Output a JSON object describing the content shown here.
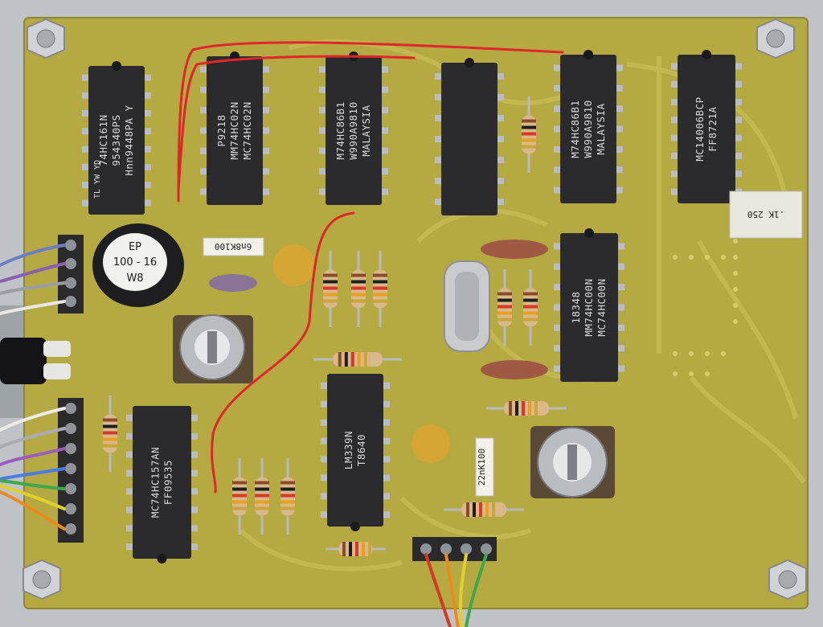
{
  "board": {
    "pcb_color": "#b8ad44",
    "chip_color": "#2b2b2e"
  },
  "chips": [
    {
      "id": "u1",
      "lines": [
        "74HC161N",
        "954340PS",
        "Hnn9448PA Y"
      ],
      "side": "TL YW YD"
    },
    {
      "id": "u2",
      "lines": [
        "P9218",
        "MM74HC02N",
        "MC74HC02N"
      ]
    },
    {
      "id": "u3",
      "lines": [
        "M74HC86B1",
        "W990A9810",
        "MALAYSIA"
      ]
    },
    {
      "id": "u4",
      "lines": [
        "",
        "",
        ""
      ]
    },
    {
      "id": "u5",
      "lines": [
        "M74HC86B1",
        "W990A9810",
        "MALAYSIA"
      ]
    },
    {
      "id": "u6",
      "lines": [
        "MC14006BCP",
        "FF8721A"
      ]
    },
    {
      "id": "u7",
      "lines": [
        "18348",
        "MM74HC00N",
        "MC74HC00N"
      ]
    },
    {
      "id": "u8",
      "lines": [
        "LM339N",
        "T8640"
      ]
    },
    {
      "id": "u9",
      "lines": [
        "MC74HC157AN",
        "FF09535"
      ]
    }
  ],
  "elcap": {
    "lines": [
      "EP",
      "100 - 16",
      "W8"
    ]
  },
  "labels": {
    "cap_6n8": "6n8K100",
    "cap_22n": "22nK100",
    "cap_1k250": ".1K 250"
  }
}
